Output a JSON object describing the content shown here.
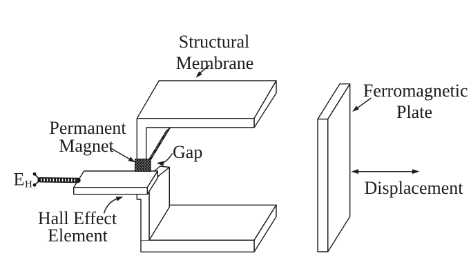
{
  "figure": {
    "background_color": "#ffffff",
    "line_color": "#1c1c1c",
    "labels": {
      "structural_membrane_line1": "Structural",
      "structural_membrane_line2": "Membrane",
      "permanent_magnet_line1": "Permanent",
      "permanent_magnet_line2": "Magnet",
      "gap": "Gap",
      "hall_effect_line1": "Hall Effect",
      "hall_effect_line2": "Element",
      "hall_voltage_symbol": "E",
      "hall_voltage_subscript": "H",
      "ferromagnetic_line1": "Ferromagnetic",
      "ferromagnetic_line2": "Plate",
      "displacement": "Displacement"
    }
  }
}
